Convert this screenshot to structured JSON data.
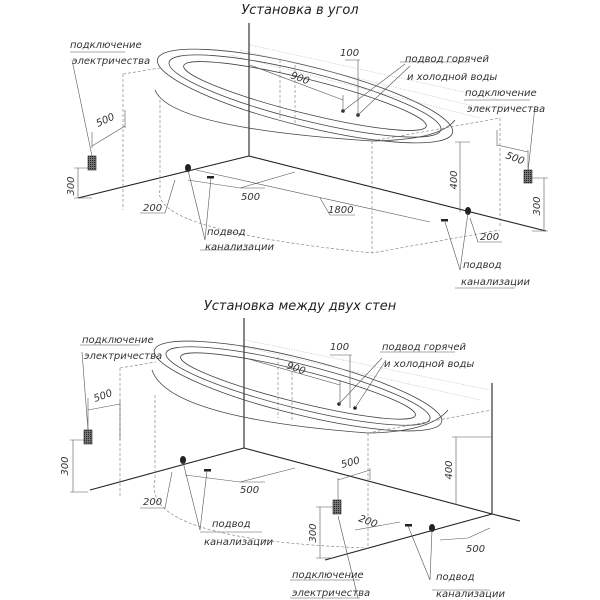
{
  "corner": {
    "title": "Установка в угол",
    "elec_left": [
      "подключение",
      "электричества"
    ],
    "elec_right": [
      "подключение",
      "электричества"
    ],
    "water": [
      "подвод горячей",
      "и холодной воды"
    ],
    "drain_left": [
      "подвод",
      "канализации"
    ],
    "drain_right": [
      "подвод",
      "канализации"
    ],
    "dims": {
      "d100": "100",
      "d900": "900",
      "d500_left": "500",
      "d500_right": "500",
      "d300_left": "300",
      "d300_right": "300",
      "d400": "400",
      "d500_floor": "500",
      "d1800": "1800",
      "d200_left": "200",
      "d200_right": "200"
    }
  },
  "between": {
    "title": "Установка между двух стен",
    "elec_left": [
      "подключение",
      "электричества"
    ],
    "elec_bottom": [
      "подключение",
      "электричества"
    ],
    "water": [
      "подвод горячей",
      "и холодной воды"
    ],
    "drain_left": [
      "подвод",
      "канализации"
    ],
    "drain_right": [
      "подвод",
      "канализации"
    ],
    "dims": {
      "d100": "100",
      "d900": "900",
      "d500_left": "500",
      "d300_left": "300",
      "d400": "400",
      "d500_mid": "500",
      "d500_floor": "500",
      "d200_left": "200",
      "d200_mid": "200",
      "d300_mid": "300",
      "d500_right": "500"
    }
  }
}
